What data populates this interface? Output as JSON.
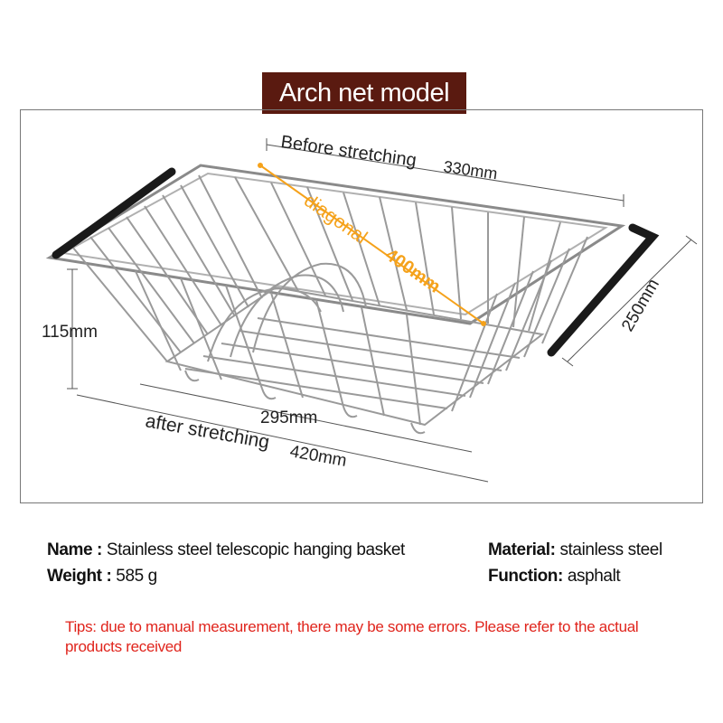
{
  "title": "Arch net model",
  "dimensions": {
    "before_label": "Before stretching",
    "before_value": "330mm",
    "diagonal_label": "diagonal",
    "diagonal_value": "400mm",
    "depth": "250mm",
    "height": "115mm",
    "base": "295mm",
    "after_label": "after stretching",
    "after_value": "420mm"
  },
  "specs": {
    "name_label": "Name :",
    "name_value": "Stainless steel telescopic hanging basket",
    "weight_label": "Weight :",
    "weight_value": "585 g",
    "material_label": "Material:",
    "material_value": "stainless steel",
    "function_label": "Function:",
    "function_value": "asphalt"
  },
  "tips": "Tips: due to manual measurement, there may be some errors. Please refer to the actual products received",
  "colors": {
    "title_bg": "#5a1a10",
    "accent_orange": "#f5a21b",
    "tips_red": "#e0241c"
  }
}
